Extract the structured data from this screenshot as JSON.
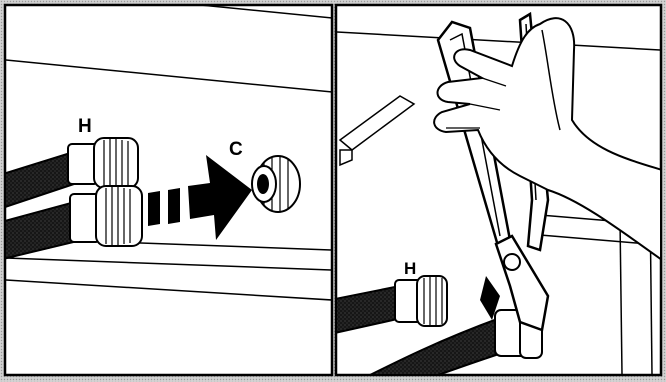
{
  "panels": [
    {
      "id": "left",
      "labels": {
        "hot": "H",
        "cold": "C"
      }
    },
    {
      "id": "right",
      "labels": {
        "hot": "H"
      }
    }
  ],
  "colors": {
    "ink": "#000000",
    "paper": "#ffffff",
    "gray": "#cfcfcf",
    "hose": "#1a1a1a"
  }
}
